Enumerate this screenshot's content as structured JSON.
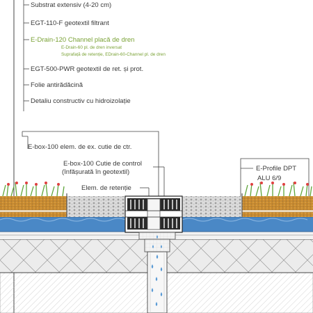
{
  "layer_labels": [
    {
      "id": "substrate",
      "text": "Substrat extensiv (4-20 cm)"
    },
    {
      "id": "filter",
      "text": "EGT-110-F geotextil filtrant"
    },
    {
      "id": "drain",
      "text": "E-Drain-120 Channel placă de dren"
    },
    {
      "id": "drain-sub1",
      "text": "E-Drain-60 pl. de dren inversat"
    },
    {
      "id": "drain-sub2",
      "text": "Suprafață de retenție, EDrain-60-Channel pl. de dren"
    },
    {
      "id": "protection",
      "text": "EGT-500-PWR geotextil de ret. și prot."
    },
    {
      "id": "root-foil",
      "text": "Folie antirădăcină"
    },
    {
      "id": "waterproof",
      "text": "Detaliu constructiv cu hidroizolație"
    }
  ],
  "component_labels": {
    "ebox_element": "E-box-100 elem. de ex. cutie de ctr.",
    "ebox_control_1": "E-box-100 Cutie de control",
    "ebox_control_2": "(înfășurată în geotextil)",
    "retention_element": "Elem. de retenție",
    "profile": "E-Profile DPT",
    "profile_size": "ALU 6/9"
  },
  "colors": {
    "text": "#3a3a3a",
    "accent_green": "#7aa236",
    "substrate": "#c98a2e",
    "drain_blue": "#4a88c6",
    "gravel": "#bdbdbd",
    "plants": "#5fa53a",
    "flowers": "#e04040"
  }
}
